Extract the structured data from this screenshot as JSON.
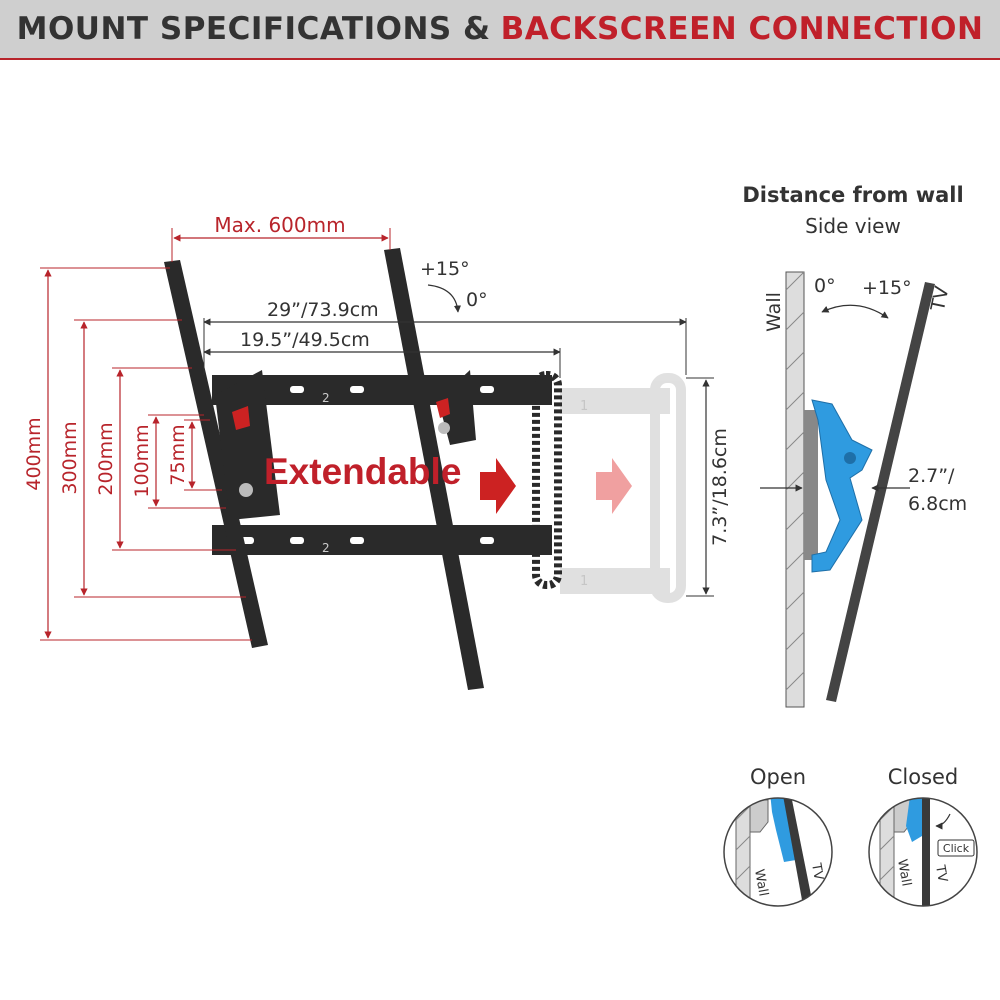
{
  "header": {
    "title_part1": "MOUNT SPECIFICATIONS &",
    "title_part2": "BACKSCREEN CONNECTION"
  },
  "colors": {
    "accent_red": "#b8242b",
    "bracket_dark": "#2a2a2a",
    "spacer_blue": "#2f9be0",
    "header_bg": "#cfcfcf"
  },
  "mount": {
    "max_spacing": "Max. 600mm",
    "width_extended": "29”/73.9cm",
    "width_retracted": "19.5”/49.5cm",
    "height": "7.3”/18.6cm",
    "tilt_up": "+15°",
    "tilt_zero": "0°",
    "extendable_label": "Extendable",
    "vesa_heights": [
      "400mm",
      "300mm",
      "200mm",
      "100mm",
      "75mm"
    ],
    "slot_number_1": "1",
    "slot_number_2": "2"
  },
  "side_view": {
    "title": "Distance from wall",
    "subtitle": "Side view",
    "wall_label": "Wall",
    "tv_label": "TV",
    "angle_zero": "0°",
    "angle_up": "+15°",
    "distance_line1": "2.7”/",
    "distance_line2": "6.8cm"
  },
  "connection": {
    "open_label": "Open",
    "closed_label": "Closed",
    "wall_label": "Wall",
    "tv_label": "TV",
    "click_label": "Click"
  }
}
